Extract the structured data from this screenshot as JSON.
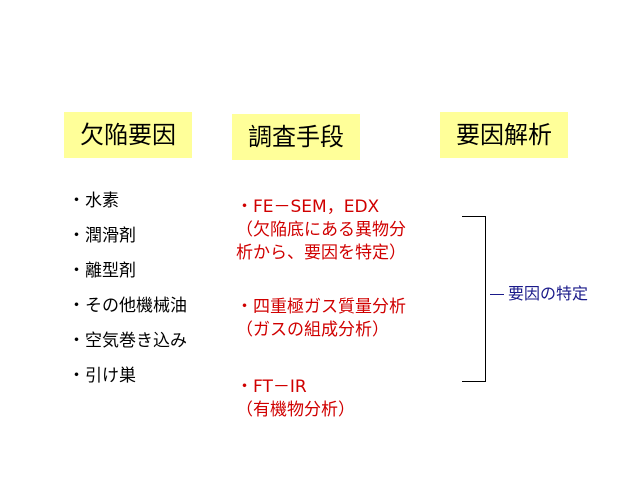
{
  "headers": {
    "causes": "欠陥要因",
    "methods": "調査手段",
    "analysis": "要因解析"
  },
  "causes": [
    "・水素",
    "・潤滑剤",
    "・離型剤",
    "・その他機械油",
    "・空気巻き込み",
    "・引け巣"
  ],
  "methods": [
    {
      "line1": "・FE－SEM，EDX",
      "line2": "（欠陥底にある異物分",
      "line3": "析から、要因を特定）"
    },
    {
      "line1": "・四重極ガス質量分析",
      "line2": "（ガスの組成分析）"
    },
    {
      "line1": "・FT－IR",
      "line2": "（有機物分析）"
    }
  ],
  "conclusion": "要因の特定",
  "colors": {
    "header_bg": "#ffff99",
    "method_text": "#d00000",
    "conclusion_text": "#1a1a8a"
  }
}
